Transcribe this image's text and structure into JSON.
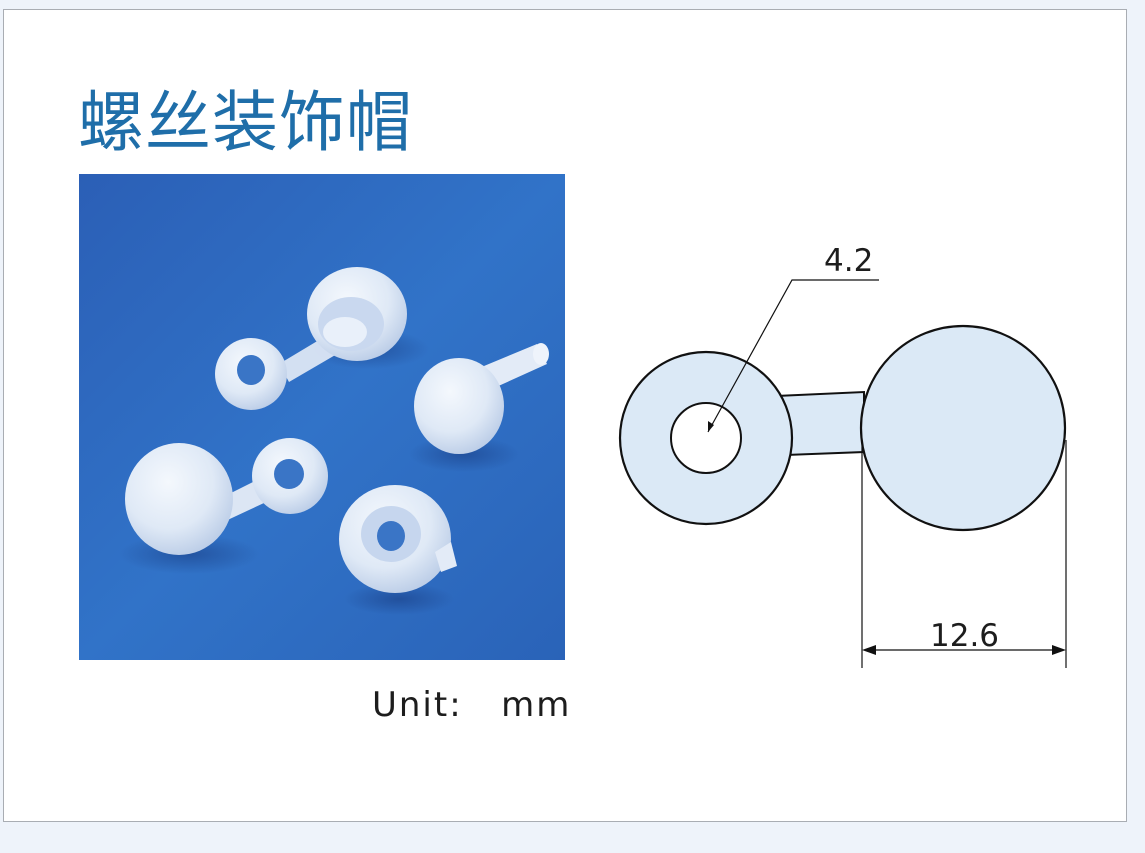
{
  "title": "螺丝装饰帽",
  "unit_label": "Unit:   mm",
  "drawing": {
    "inner_diameter": "4.2",
    "cap_diameter": "12.6",
    "fill_color": "#dbe9f6",
    "outline_color": "#111111"
  },
  "photo": {
    "background_color": "#2f6fbf",
    "part_color": "#e8eef8"
  }
}
